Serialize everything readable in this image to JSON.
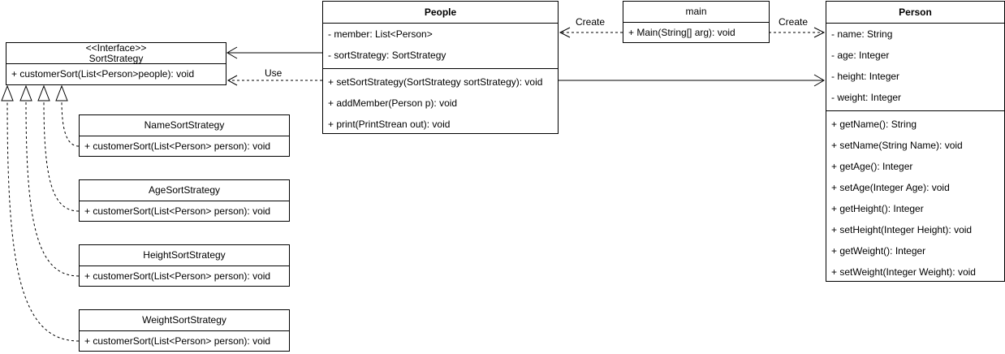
{
  "sort_strategy": {
    "stereotype": "<<Interface>>",
    "name": "SortStrategy",
    "methods": [
      "+ customerSort(List<Person>people): void"
    ]
  },
  "name_sort_strategy": {
    "name": "NameSortStrategy",
    "methods": [
      "+ customerSort(List<Person> person): void"
    ]
  },
  "age_sort_strategy": {
    "name": "AgeSortStrategy",
    "methods": [
      "+ customerSort(List<Person> person): void"
    ]
  },
  "height_sort_strategy": {
    "name": "HeightSortStrategy",
    "methods": [
      "+ customerSort(List<Person> person): void"
    ]
  },
  "weight_sort_strategy": {
    "name": "WeightSortStrategy",
    "methods": [
      "+ customerSort(List<Person> person): void"
    ]
  },
  "people": {
    "name": "People",
    "attributes": [
      "- member: List<Person>",
      "- sortStrategy: SortStrategy"
    ],
    "methods": [
      "+ setSortStrategy(SortStrategy sortStrategy): void",
      "+ addMember(Person p): void",
      "+ print(PrintStrean out): void"
    ]
  },
  "main": {
    "name": "main",
    "methods": [
      "+ Main(String[] arg): void"
    ]
  },
  "person": {
    "name": "Person",
    "attributes": [
      "- name: String",
      "- age: Integer",
      "- height: Integer",
      "- weight: Integer"
    ],
    "methods": [
      "+ getName(): String",
      "+ setName(String Name): void",
      "+ getAge(): Integer",
      "+ setAge(Integer Age): void",
      "+ getHeight(): Integer",
      "+ setHeight(Integer Height): void",
      "+ getWeight(): Integer",
      "+ setWeight(Integer Weight): void"
    ]
  },
  "edges": {
    "main_people_label": "Create",
    "main_person_label": "Create",
    "people_strategy_use_label": "Use"
  }
}
